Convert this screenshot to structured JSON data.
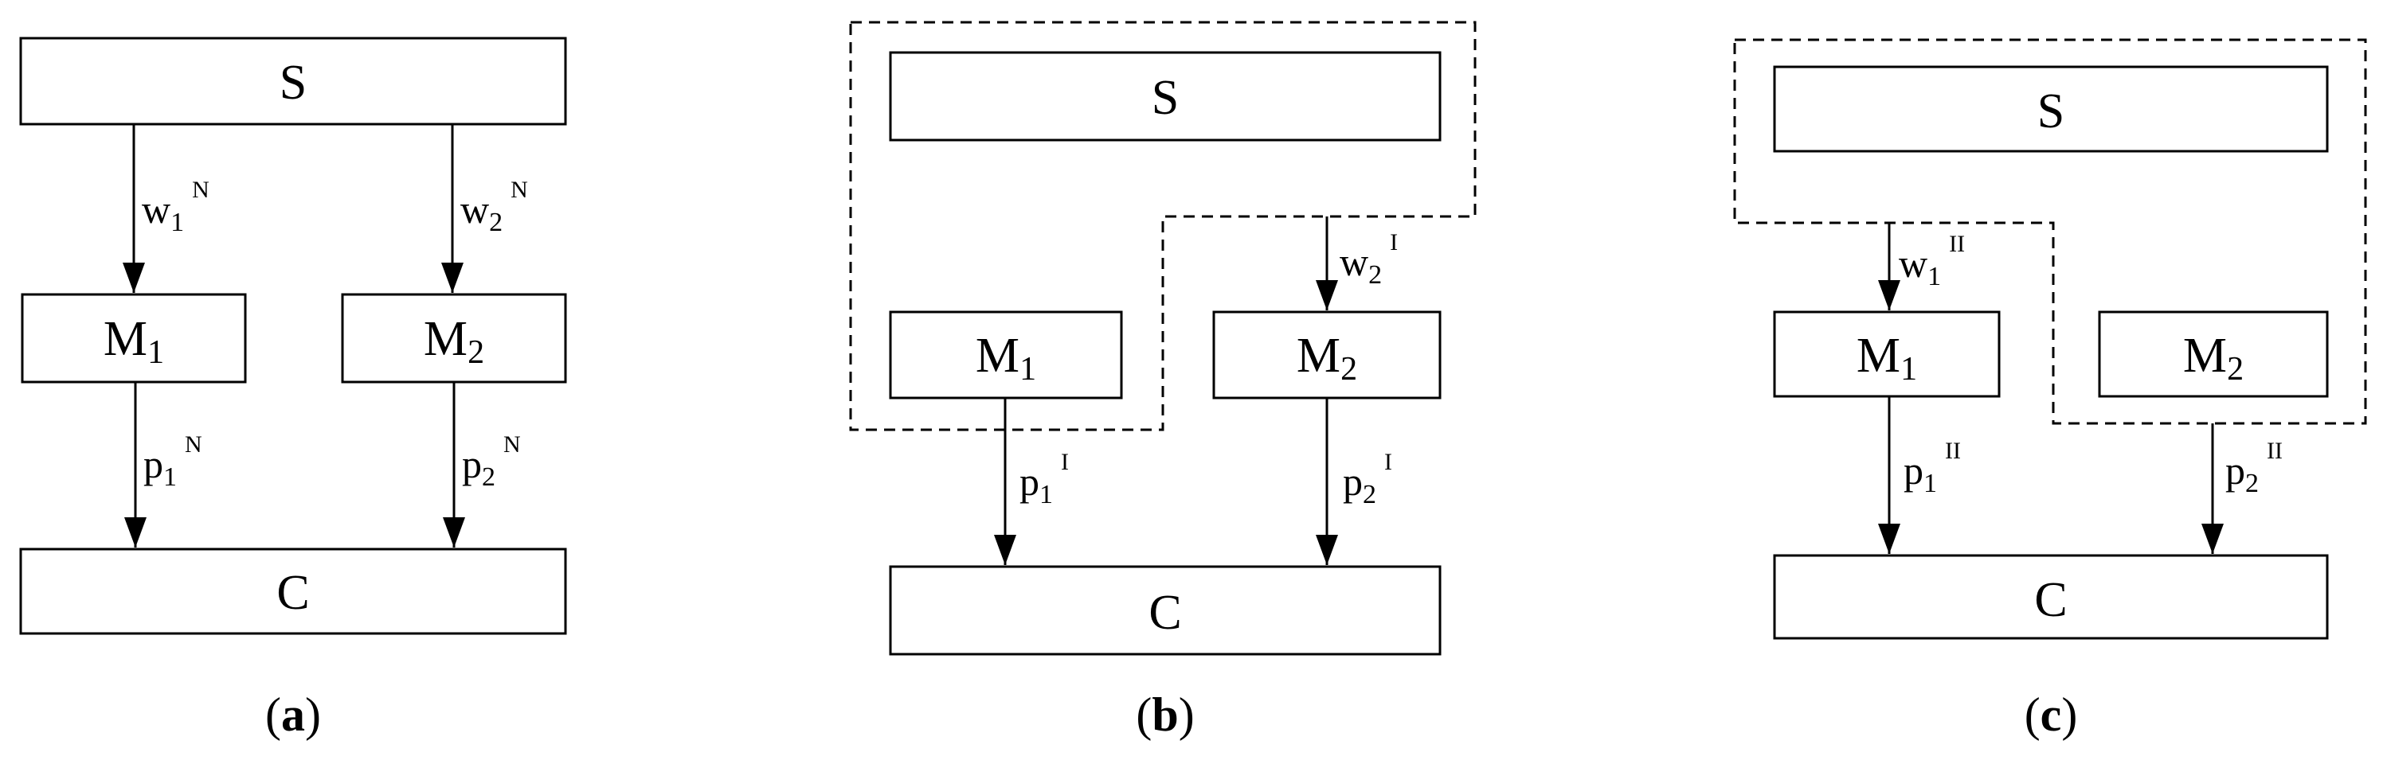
{
  "panels": [
    {
      "id": "a",
      "caption": {
        "open": "(",
        "letter": "a",
        "close": ")"
      },
      "nodes": {
        "supplier": "S",
        "m1": "M",
        "m1_sub": "1",
        "m2": "M",
        "m2_sub": "2",
        "consumer": "C"
      },
      "edges": {
        "w1": {
          "base": "w",
          "sub": "1",
          "sup": "N"
        },
        "w2": {
          "base": "w",
          "sub": "2",
          "sup": "N"
        },
        "p1": {
          "base": "p",
          "sub": "1",
          "sup": "N"
        },
        "p2": {
          "base": "p",
          "sub": "2",
          "sup": "N"
        }
      }
    },
    {
      "id": "b",
      "caption": {
        "open": "(",
        "letter": "b",
        "close": ")"
      },
      "nodes": {
        "supplier": "S",
        "m1": "M",
        "m1_sub": "1",
        "m2": "M",
        "m2_sub": "2",
        "consumer": "C"
      },
      "edges": {
        "w2": {
          "base": "w",
          "sub": "2",
          "sup": "I"
        },
        "p1": {
          "base": "p",
          "sub": "1",
          "sup": "I"
        },
        "p2": {
          "base": "p",
          "sub": "2",
          "sup": "I"
        }
      }
    },
    {
      "id": "c",
      "caption": {
        "open": "(",
        "letter": "c",
        "close": ")"
      },
      "nodes": {
        "supplier": "S",
        "m1": "M",
        "m1_sub": "1",
        "m2": "M",
        "m2_sub": "2",
        "consumer": "C"
      },
      "edges": {
        "w1": {
          "base": "w",
          "sub": "1",
          "sup": "II"
        },
        "p1": {
          "base": "p",
          "sub": "1",
          "sup": "II"
        },
        "p2": {
          "base": "p",
          "sub": "2",
          "sup": "II"
        }
      }
    }
  ]
}
